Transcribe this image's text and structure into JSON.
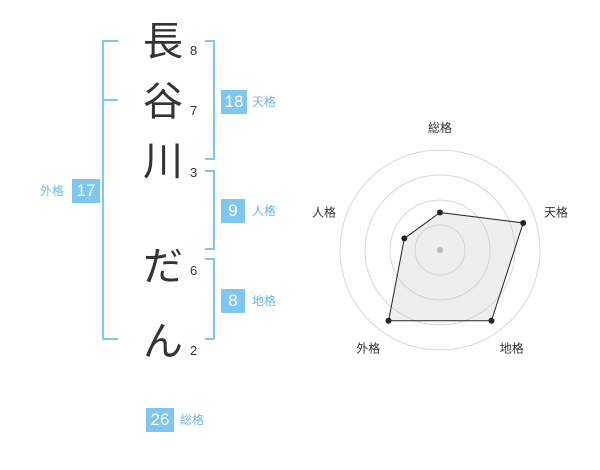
{
  "name": {
    "characters": [
      {
        "char": "長",
        "strokes": "8"
      },
      {
        "char": "谷",
        "strokes": "7"
      },
      {
        "char": "川",
        "strokes": "3"
      },
      {
        "char": "だ",
        "strokes": "6"
      },
      {
        "char": "ん",
        "strokes": "2"
      }
    ]
  },
  "fortune": {
    "tenkaku": {
      "value": "18",
      "label": "天格"
    },
    "jinkaku": {
      "value": "9",
      "label": "人格"
    },
    "chikaku": {
      "value": "8",
      "label": "地格"
    },
    "gaikaku": {
      "value": "17",
      "label": "外格"
    },
    "soukaku": {
      "value": "26",
      "label": "総格"
    }
  },
  "colors": {
    "accent": "#7fc6f0",
    "bracket": "#7fc6f0",
    "label": "#6cb8e6",
    "text": "#333333"
  },
  "chart_data": {
    "type": "radar",
    "axes": [
      "総格",
      "天格",
      "地格",
      "外格",
      "人格"
    ],
    "values": [
      1.5,
      3.5,
      3.5,
      3.5,
      1.5
    ],
    "range": [
      0,
      4
    ],
    "rings": 4
  }
}
